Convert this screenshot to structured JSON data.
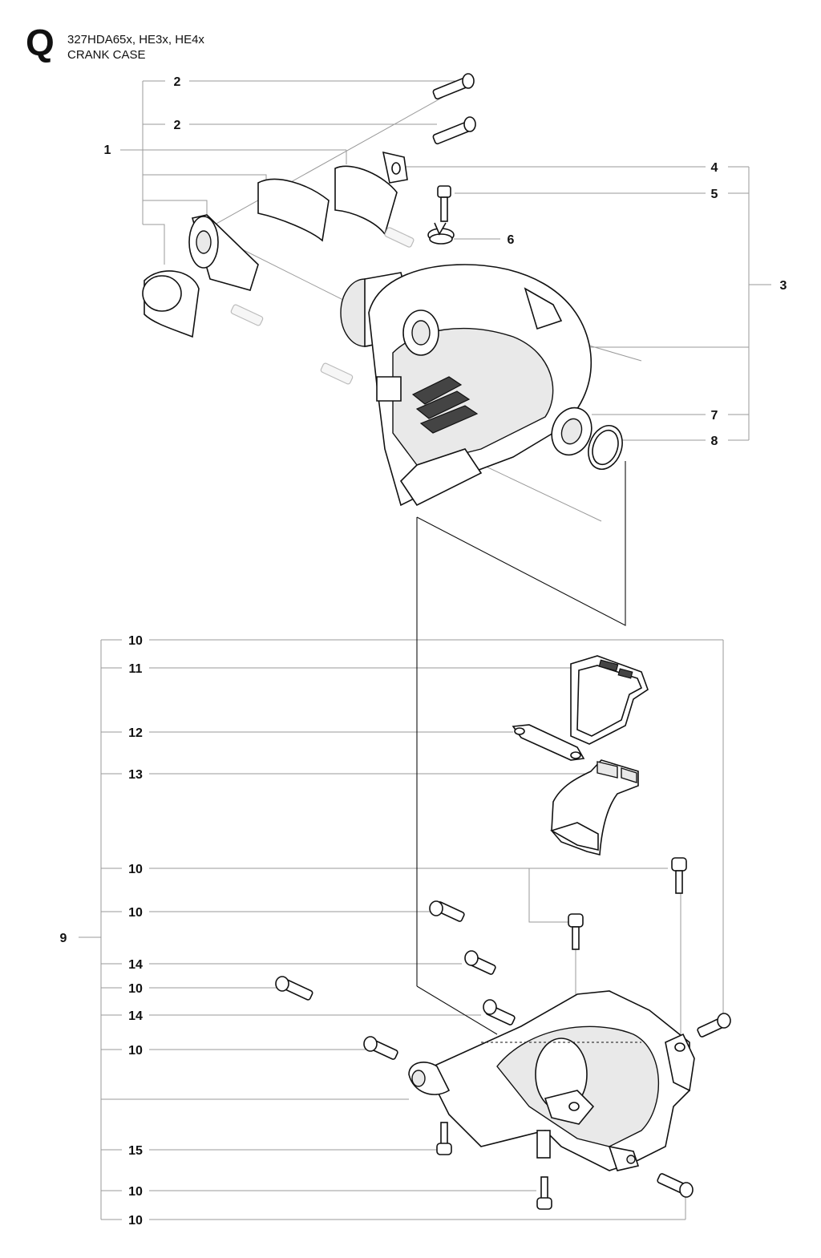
{
  "header": {
    "section_letter": "Q",
    "model_line": "327HDA65x, HE3x, HE4x",
    "title": "CRANK CASE"
  },
  "callouts": [
    "1",
    "2",
    "2",
    "3",
    "4",
    "5",
    "6",
    "7",
    "8",
    "9",
    "10",
    "11",
    "12",
    "13",
    "10",
    "10",
    "14",
    "10",
    "14",
    "10",
    "15",
    "10",
    "10"
  ]
}
